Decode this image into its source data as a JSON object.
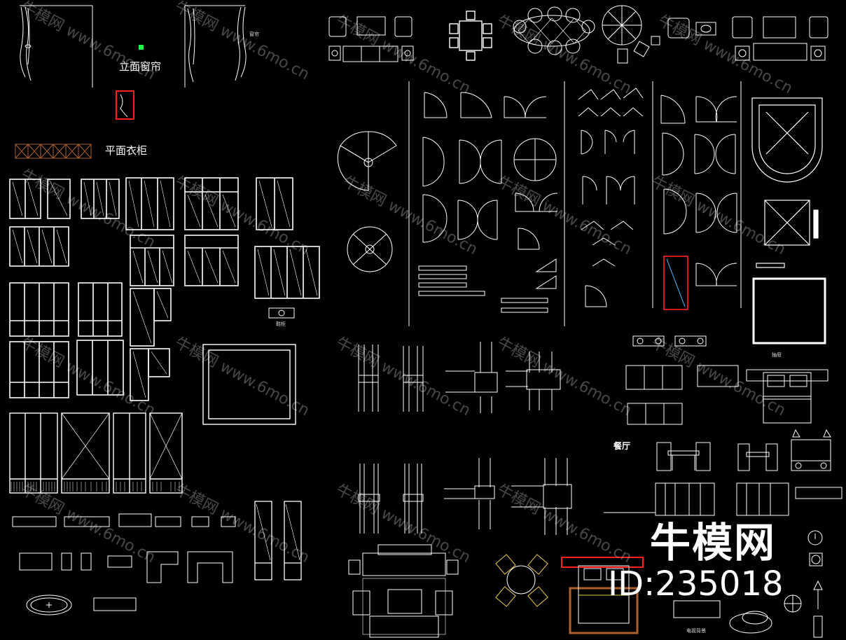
{
  "labels": {
    "elevation_curtain": "立面窗帘",
    "curtain_small": "窗帘",
    "plan_wardrobe": "平面衣柜",
    "shoe_cabinet": "鞋柜",
    "dining_room": "餐厅",
    "tv_wall": "电视背景",
    "drawer_note": "抽屉"
  },
  "watermark": {
    "text": "牛模网 www.6mo.cn",
    "brand": "牛模网",
    "id": "ID:235018"
  },
  "colors": {
    "background": "#000000",
    "line": "#ffffff",
    "accent_red": "#ff2020",
    "accent_green": "#22ff44",
    "accent_yellow": "#f0d040",
    "accent_cyan": "#40c0ff",
    "accent_brown": "#b06030"
  }
}
